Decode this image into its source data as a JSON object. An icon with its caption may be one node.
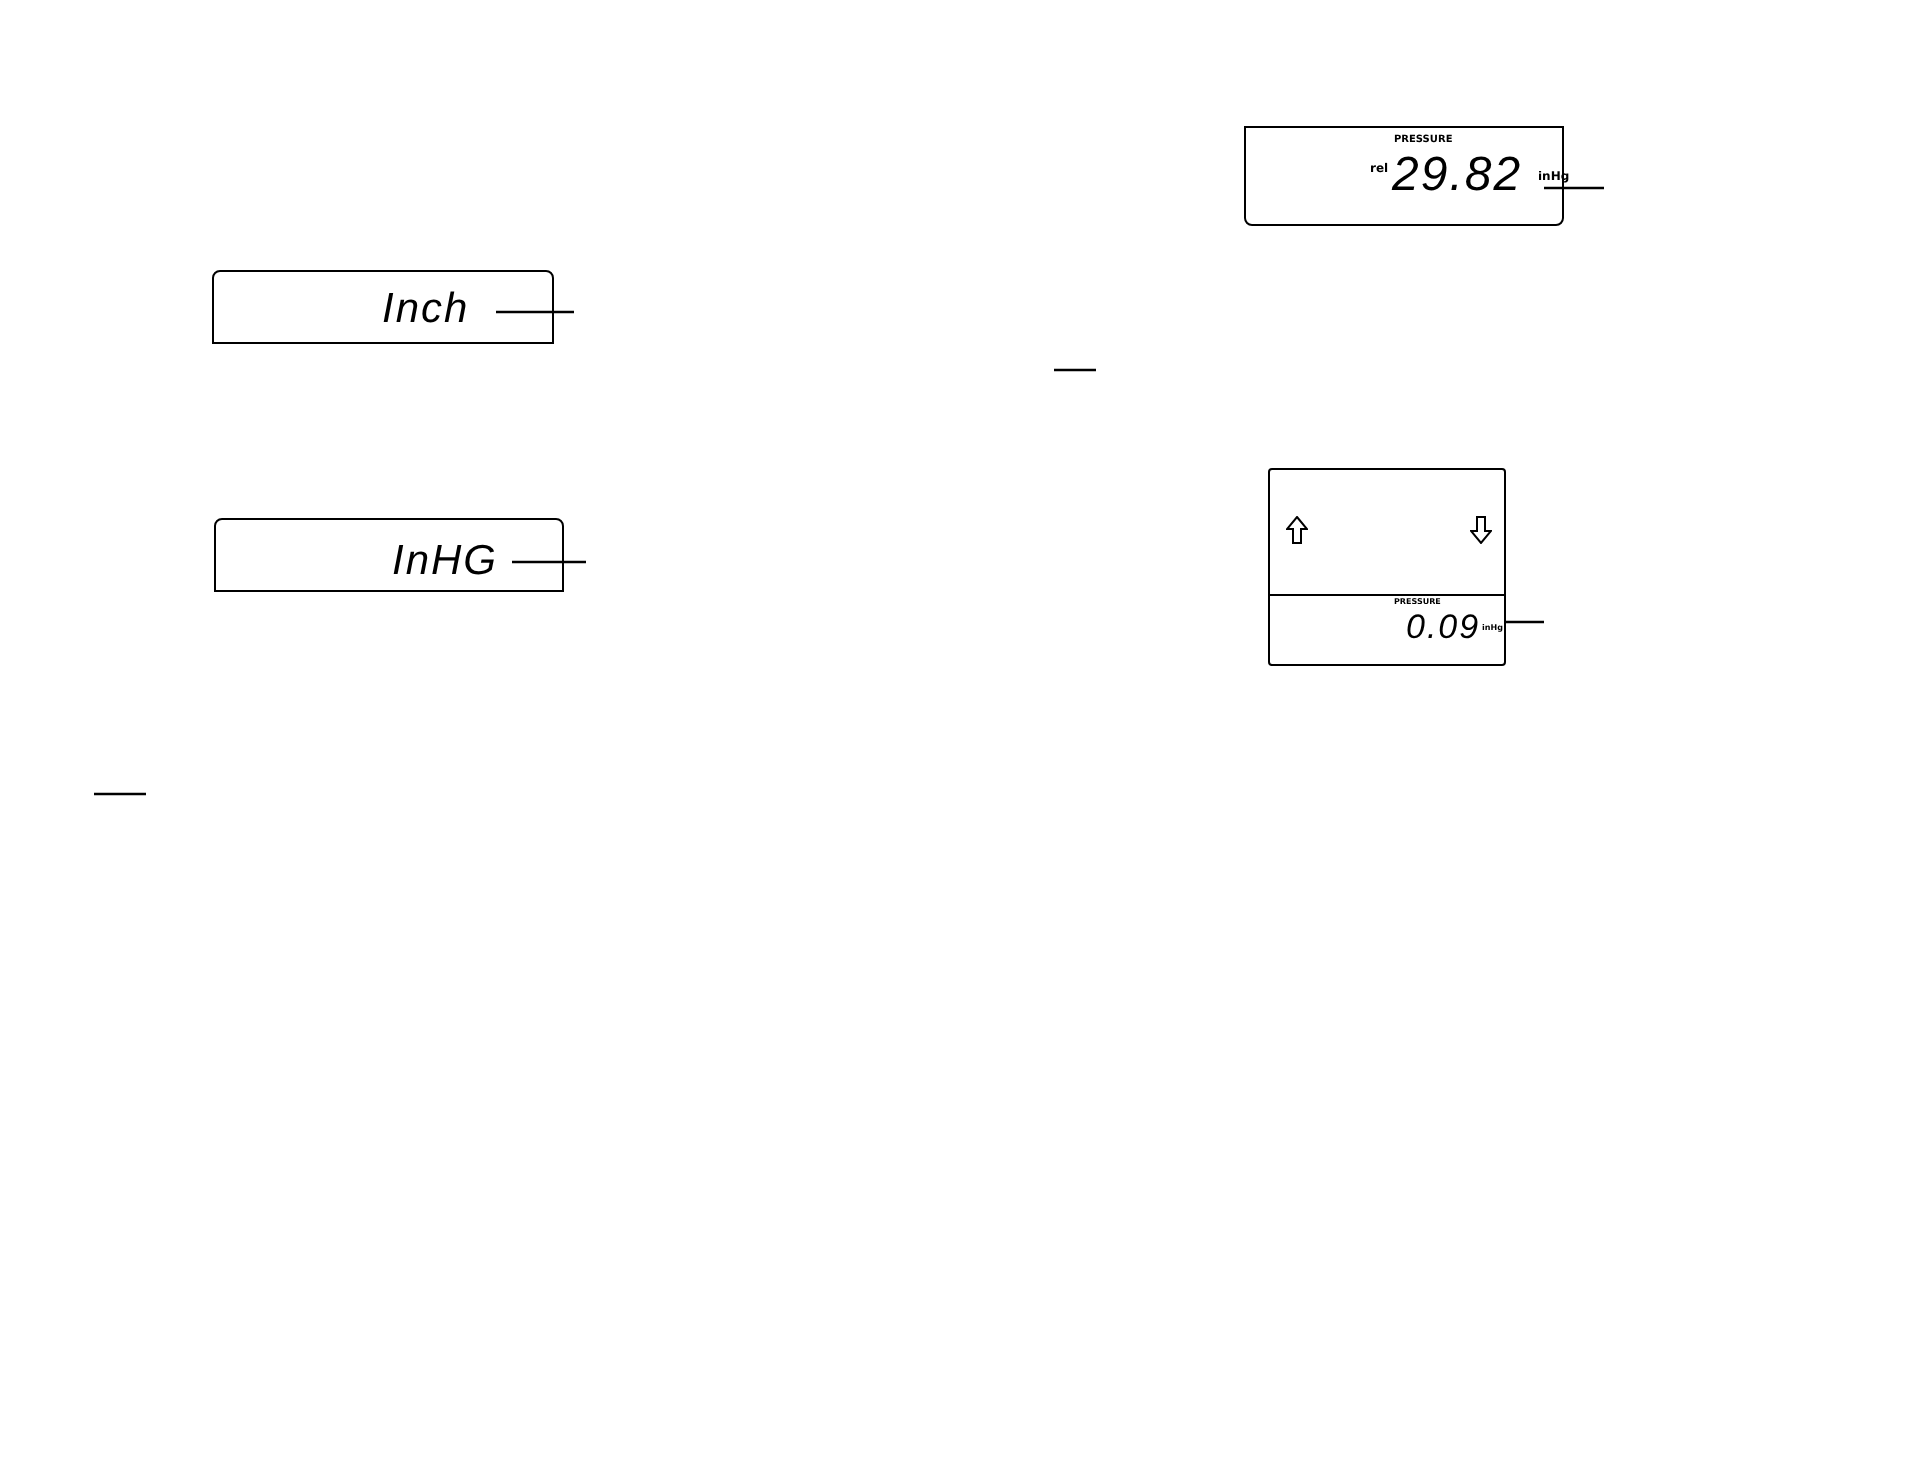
{
  "diagram": {
    "nodes": [
      {
        "text": [
          "Inch"
        ]
      },
      {
        "text": [
          "InHG"
        ]
      },
      {
        "text": [
          "PRESSURE",
          "rel",
          "29.82",
          "inHg"
        ]
      },
      {
        "text": [
          "PRESSURE",
          "0.09",
          "inHg"
        ]
      }
    ],
    "edges": [
      {
        "from": 0,
        "to": null,
        "arrow": "none"
      },
      {
        "from": 1,
        "to": null,
        "arrow": "none"
      },
      {
        "from": 2,
        "to": null,
        "arrow": "none"
      },
      {
        "from": 3,
        "to": null,
        "arrow": "none"
      }
    ]
  }
}
